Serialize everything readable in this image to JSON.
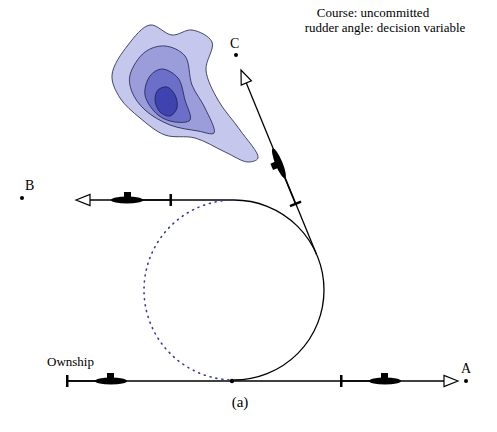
{
  "diagram": {
    "caption": "(a)",
    "labels": [
      "Course: uncommitted",
      "rudder angle: decision variable",
      "C",
      "B",
      "Ownship",
      "A"
    ]
  }
}
